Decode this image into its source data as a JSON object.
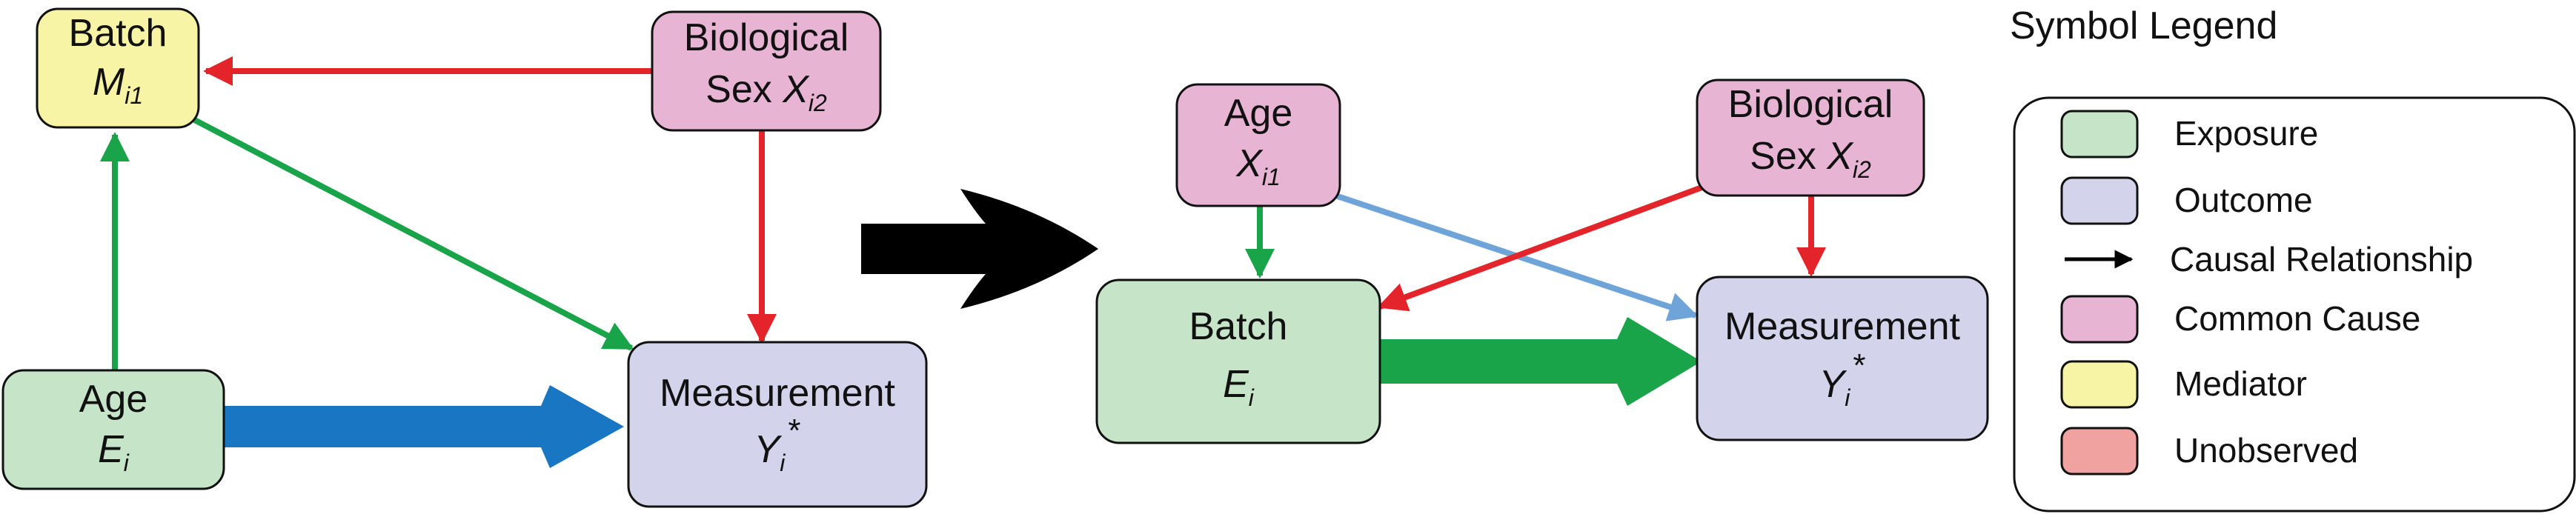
{
  "colors": {
    "exposure": "#c6e4c8",
    "outcome": "#d3d3ec",
    "common_cause": "#e8b4d4",
    "mediator": "#f8f4a6",
    "unobserved": "#f0a2a0",
    "edge_red": "#e3242b",
    "edge_green": "#1aa44a",
    "edge_blue_light": "#6fa4d8",
    "edge_blue_bold": "#1976c2",
    "transition_arrow": "#000000"
  },
  "left_diagram": {
    "batch": {
      "label": "Batch",
      "symbol": "M",
      "sub": "i1"
    },
    "biological_sex": {
      "label": "Biological",
      "label2": "Sex ",
      "symbol": "X",
      "sub": "i2"
    },
    "age": {
      "label": "Age",
      "symbol": "E",
      "sub": "i"
    },
    "measurement": {
      "label": "Measurement",
      "symbol": "Y",
      "sub": "i",
      "sup": "*"
    }
  },
  "right_diagram": {
    "age": {
      "label": "Age",
      "symbol": "X",
      "sub": "i1"
    },
    "biological_sex": {
      "label": "Biological",
      "label2": "Sex ",
      "symbol": "X",
      "sub": "i2"
    },
    "batch": {
      "label": "Batch",
      "symbol": "E",
      "sub": "i"
    },
    "measurement": {
      "label": "Measurement",
      "symbol": "Y",
      "sub": "i",
      "sup": "*"
    }
  },
  "legend": {
    "title": "Symbol Legend",
    "items": [
      {
        "label": "Exposure",
        "kind": "exposure"
      },
      {
        "label": "Outcome",
        "kind": "outcome"
      },
      {
        "label": "Causal Relationship",
        "kind": "arrow"
      },
      {
        "label": "Common Cause",
        "kind": "common_cause"
      },
      {
        "label": "Mediator",
        "kind": "mediator"
      },
      {
        "label": "Unobserved",
        "kind": "unobserved"
      }
    ]
  }
}
